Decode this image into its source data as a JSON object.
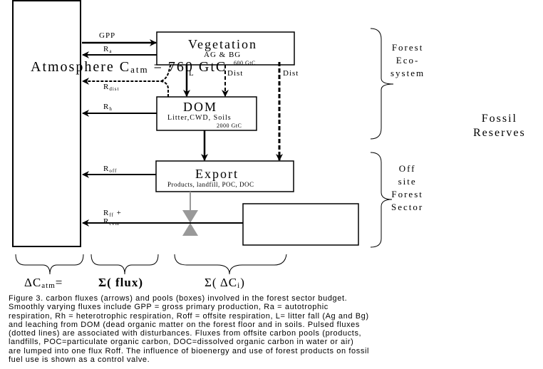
{
  "atmosphere": {
    "label": "Atmosphere C",
    "sub": "atm",
    "value": " = 760 GtC"
  },
  "pools": {
    "vegetation": {
      "title": "Vegetation",
      "subtitle": "AG & BG",
      "stock": "600 GtC"
    },
    "dom": {
      "title": "DOM",
      "subtitle": "Litter,CWD, Soils",
      "stock": "2000 GtC"
    },
    "export": {
      "title": "Export",
      "subtitle": "Products, landfill, POC, DOC"
    },
    "fossil": {
      "line1": "Fossil",
      "line2": "Reserves"
    }
  },
  "fluxes": {
    "gpp": "GPP",
    "ra": {
      "main": "R",
      "sub": "a"
    },
    "rdist": {
      "main": "R",
      "sub": "dist"
    },
    "rh": {
      "main": "R",
      "sub": "h"
    },
    "roff": {
      "main": "R",
      "sub": "off"
    },
    "rff": {
      "main": "R",
      "sub": "ff",
      "plus": " +"
    },
    "rcem": {
      "main": "R",
      "sub": "cem"
    },
    "litterfall": "L",
    "dist1": "Dist",
    "dist2": "Dist"
  },
  "groups": {
    "forest_ecosystem": [
      "Forest",
      "Eco-",
      "system"
    ],
    "offsite_sector": [
      "Off",
      "site",
      "Forest",
      "Sector"
    ]
  },
  "equation": {
    "lhs_main": "ΔC",
    "lhs_sub": "atm",
    "lhs_eq": "=",
    "middle": "Σ( flux)",
    "rhs_main": "Σ( ΔC",
    "rhs_sub": "i",
    "rhs_close": ")"
  },
  "caption": [
    "Figure 3. carbon fluxes (arrows) and pools (boxes) involved in the forest sector budget.",
    "Smoothly varying fluxes include GPP = gross primary production, Ra = autotrophic",
    "respiration, Rh = heterotrophic respiration, Roff = offsite respiration, L= litter fall (Ag and Bg)",
    "and leaching from DOM (dead organic matter on the forest floor and in soils. Pulsed fluxes",
    "(dotted lines) are associated with disturbances. Fluxes from offsite carbon pools (products,",
    "landfills, POC=particulate organic carbon, DOC=dissolved organic carbon  in water or air)",
    "are lumped into one flux Roff. The influence of bioenergy and use of forest products on fossil",
    "fuel use is shown as a control valve."
  ],
  "colors": {
    "line": "#000000",
    "valve": "#999999",
    "background": "#ffffff"
  }
}
